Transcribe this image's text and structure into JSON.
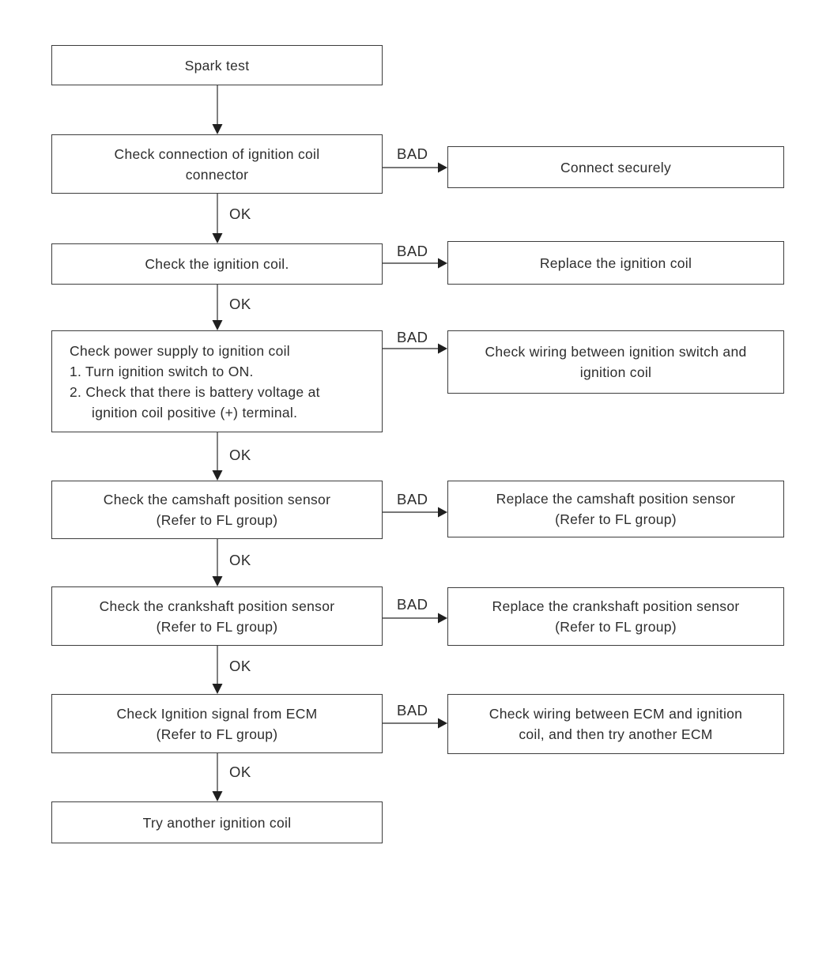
{
  "labels": {
    "ok": "OK",
    "bad": "BAD"
  },
  "colors": {
    "background": "#ffffff",
    "box_border": "#3d3d3d",
    "text": "#2d2d2d",
    "arrow_line": "#4a4a4a",
    "arrow_head": "#1f1f1f"
  },
  "steps": [
    {
      "lines": [
        "Spark test"
      ]
    },
    {
      "lines": [
        "Check connection of ignition coil",
        "connector"
      ]
    },
    {
      "lines": [
        "Check the ignition coil."
      ]
    },
    {
      "lines": [
        "Check power supply to ignition coil",
        "1. Turn ignition switch to ON.",
        "2. Check that there is battery voltage at",
        "ignition coil positive (+) terminal."
      ]
    },
    {
      "lines": [
        "Check the camshaft position sensor",
        "(Refer to FL group)"
      ]
    },
    {
      "lines": [
        "Check the crankshaft position sensor",
        "(Refer to FL group)"
      ]
    },
    {
      "lines": [
        "Check Ignition signal from ECM",
        "(Refer to FL group)"
      ]
    },
    {
      "lines": [
        "Try another ignition coil"
      ]
    }
  ],
  "results": [
    {
      "lines": [
        "Connect securely"
      ]
    },
    {
      "lines": [
        "Replace the ignition coil"
      ]
    },
    {
      "lines": [
        "Check wiring between ignition switch and",
        "ignition coil"
      ]
    },
    {
      "lines": [
        "Replace the camshaft position sensor",
        "(Refer to FL group)"
      ]
    },
    {
      "lines": [
        "Replace the crankshaft position sensor",
        "(Refer to FL group)"
      ]
    },
    {
      "lines": [
        "Check wiring between ECM and ignition",
        "coil, and then try another ECM"
      ]
    }
  ]
}
